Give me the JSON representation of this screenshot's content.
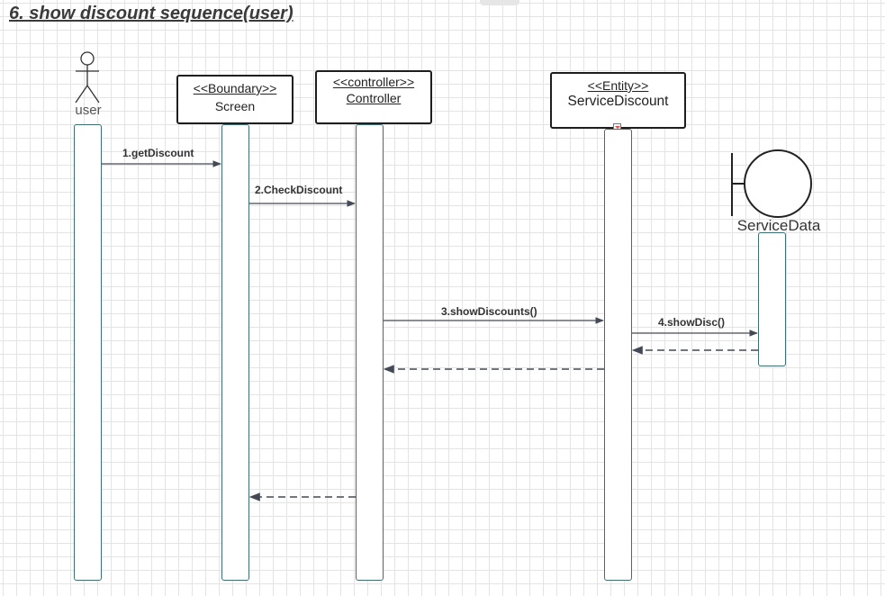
{
  "title": "6. show discount sequence(user)",
  "participants": {
    "user": {
      "label": "user"
    },
    "screen": {
      "stereotype": "<<Boundary>>",
      "name": "Screen"
    },
    "controller": {
      "stereotype": "<<controller>>",
      "name": "Controller"
    },
    "service_discount": {
      "stereotype": "<<Entity>>",
      "name": "ServiceDiscount"
    },
    "service_data": {
      "label": "ServiceData"
    }
  },
  "messages": [
    {
      "label": "1.getDiscount",
      "from": "user",
      "to": "screen",
      "kind": "sync"
    },
    {
      "label": "2.CheckDiscount",
      "from": "screen",
      "to": "controller",
      "kind": "sync"
    },
    {
      "label": "3.showDiscounts()",
      "from": "controller",
      "to": "service_discount",
      "kind": "sync"
    },
    {
      "label": "4.showDisc()",
      "from": "service_discount",
      "to": "service_data",
      "kind": "sync"
    },
    {
      "label": "",
      "from": "service_data",
      "to": "service_discount",
      "kind": "return"
    },
    {
      "label": "",
      "from": "service_discount",
      "to": "controller",
      "kind": "return"
    },
    {
      "label": "",
      "from": "controller",
      "to": "screen",
      "kind": "return"
    }
  ],
  "colors": {
    "lifeline_border": "#3d6e73",
    "arrow": "#444a55",
    "grid": "#e4e4e4"
  }
}
